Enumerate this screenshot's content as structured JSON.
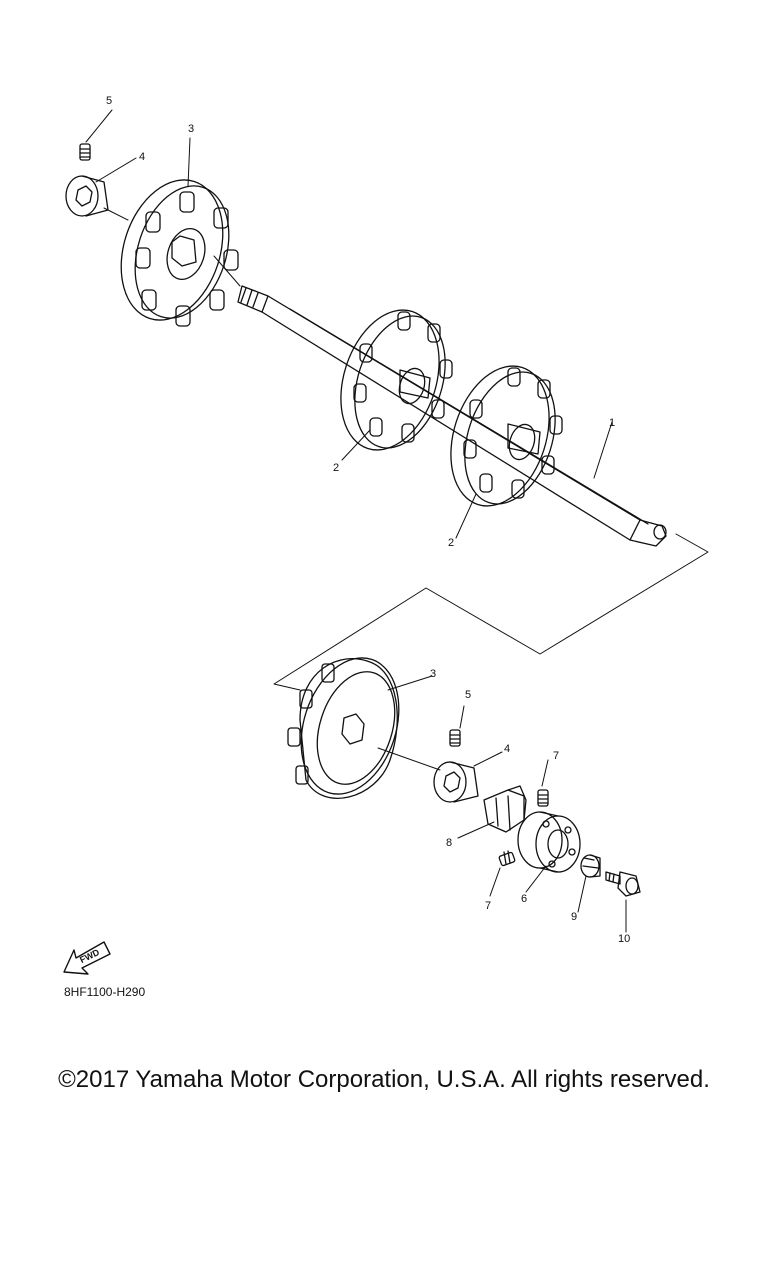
{
  "diagram": {
    "part_labels": [
      "1",
      "2",
      "2",
      "3",
      "3",
      "4",
      "4",
      "5",
      "5",
      "6",
      "7",
      "7",
      "8",
      "9",
      "10"
    ],
    "fwd_label": "FWD",
    "diagram_code": "8HF1100-H290"
  },
  "footer": {
    "copyright": "©2017 Yamaha Motor Corporation, U.S.A. All rights reserved."
  }
}
